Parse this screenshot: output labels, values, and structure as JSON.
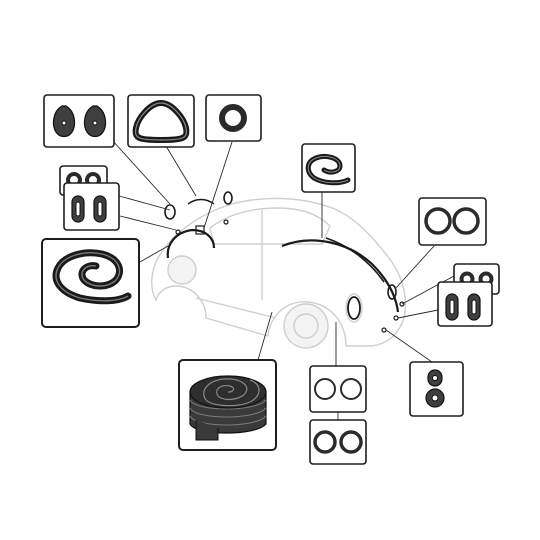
{
  "diagram": {
    "subject": "car-rubber-seal-kit",
    "colors": {
      "rubber": "#3f3f3f",
      "outline": "#1e1e1e",
      "car_ghost": "#cfcfcf"
    },
    "parts": [
      {
        "id": "taillight-lens-seals",
        "icon": "taillight-seal-pair"
      },
      {
        "id": "rear-window-seal",
        "icon": "rounded-triangle-seal"
      },
      {
        "id": "round-grommet",
        "icon": "thick-ring"
      },
      {
        "id": "small-round-grommets",
        "icon": "double-ring"
      },
      {
        "id": "oval-grommets",
        "icon": "oval-pair"
      },
      {
        "id": "rear-fender-beading",
        "icon": "coiled-strip"
      },
      {
        "id": "front-fender-beading",
        "icon": "coiled-strip"
      },
      {
        "id": "headlight-ring-seals",
        "icon": "double-thin-ring"
      },
      {
        "id": "front-small-round-grommets",
        "icon": "double-ring"
      },
      {
        "id": "front-oval-grommets",
        "icon": "oval-pair"
      },
      {
        "id": "running-board-matting",
        "icon": "coiled-stack"
      },
      {
        "id": "turn-signal-ring-seals",
        "icon": "double-thin-ring"
      },
      {
        "id": "turn-signal-ring-seals-thick",
        "icon": "double-thick-ring"
      },
      {
        "id": "horn-grille-grommets",
        "icon": "stacked-grommet"
      }
    ]
  }
}
